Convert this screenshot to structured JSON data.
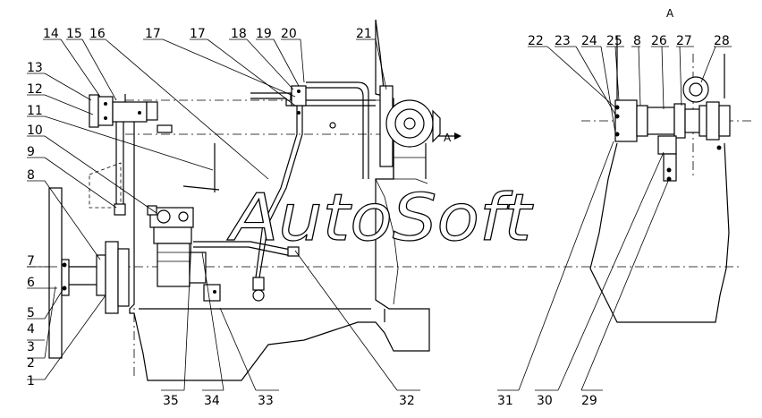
{
  "watermark": "AutoSoft",
  "view_label": "A",
  "section_marker": "A",
  "callouts": [
    {
      "label": "14"
    },
    {
      "label": "15"
    },
    {
      "label": "16"
    },
    {
      "label": "17"
    },
    {
      "label": "17"
    },
    {
      "label": "18"
    },
    {
      "label": "19"
    },
    {
      "label": "20"
    },
    {
      "label": "21"
    },
    {
      "label": "13"
    },
    {
      "label": "12"
    },
    {
      "label": "11"
    },
    {
      "label": "10"
    },
    {
      "label": "9"
    },
    {
      "label": "8"
    },
    {
      "label": "7"
    },
    {
      "label": "6"
    },
    {
      "label": "5"
    },
    {
      "label": "4"
    },
    {
      "label": "3"
    },
    {
      "label": "2"
    },
    {
      "label": "1"
    },
    {
      "label": "35"
    },
    {
      "label": "34"
    },
    {
      "label": "33"
    },
    {
      "label": "32"
    },
    {
      "label": "22"
    },
    {
      "label": "23"
    },
    {
      "label": "24"
    },
    {
      "label": "25"
    },
    {
      "label": "8"
    },
    {
      "label": "26"
    },
    {
      "label": "27"
    },
    {
      "label": "28"
    },
    {
      "label": "31"
    },
    {
      "label": "30"
    },
    {
      "label": "29"
    }
  ]
}
